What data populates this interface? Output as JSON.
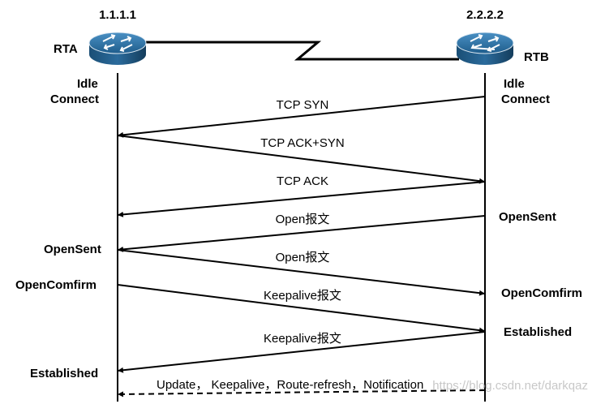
{
  "routers": {
    "left": {
      "name": "RTA",
      "ip": "1.1.1.1",
      "state_idle": "Idle",
      "state_connect": "Connect"
    },
    "right": {
      "name": "RTB",
      "ip": "2.2.2.2",
      "state_idle": "Idle",
      "state_connect": "Connect"
    }
  },
  "icons": {
    "router": "router-icon"
  },
  "colors": {
    "router_top": "#2f6f9f",
    "router_side": "#1b4f76",
    "line": "#000000"
  },
  "messages": {
    "tcp_syn": "TCP SYN",
    "tcp_ack_syn": "TCP ACK+SYN",
    "tcp_ack": "TCP ACK",
    "open_1": "Open报文",
    "open_2": "Open报文",
    "keepalive_1": "Keepalive报文",
    "keepalive_2": "Keepalive报文",
    "update": "Update， Keepalive，Route-refresh，Notification"
  },
  "states": {
    "rta_opensent": "OpenSent",
    "rta_openconfirm": "OpenComfirm",
    "rta_established": "Established",
    "rtb_opensent": "OpenSent",
    "rtb_openconfirm": "OpenComfirm",
    "rtb_established": "Established"
  },
  "watermark": "https://blog.csdn.net/darkqaz"
}
